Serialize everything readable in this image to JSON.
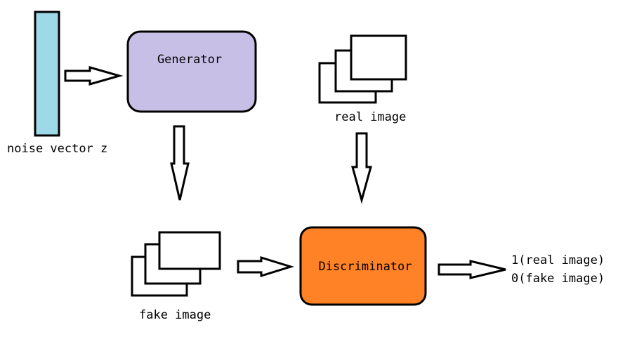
{
  "nodes": {
    "noise_vector": {
      "label": "noise vector z",
      "color": "#9ed9ea"
    },
    "generator": {
      "label": "Generator",
      "color": "#c8bfe7"
    },
    "real_image": {
      "label": "real image"
    },
    "fake_image": {
      "label": "fake image"
    },
    "discriminator": {
      "label": "Discriminator",
      "color": "#ff8227"
    }
  },
  "outputs": {
    "real": "1(real image)",
    "fake": "0(fake image)"
  }
}
